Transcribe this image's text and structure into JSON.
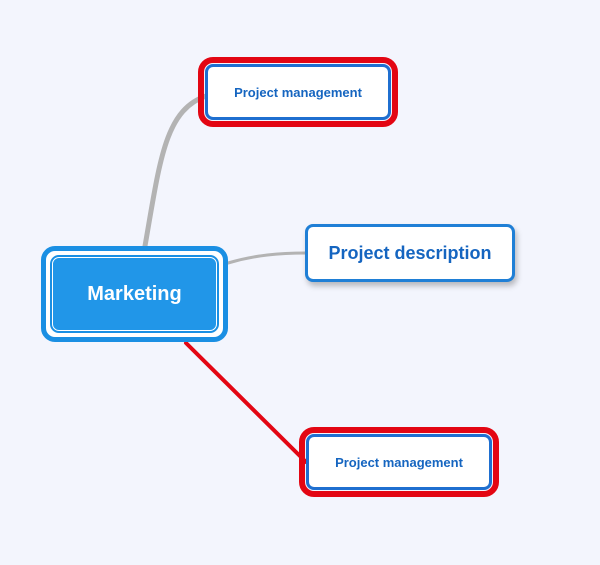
{
  "mindmap": {
    "root": {
      "label": "Marketing",
      "color": "#2196e8"
    },
    "children": [
      {
        "label": "Project management",
        "highlighted": true,
        "connector_color": "#b3b3b3"
      },
      {
        "label": "Project description",
        "highlighted": false,
        "connector_color": "#b3b3b3"
      },
      {
        "label": "Project management",
        "highlighted": true,
        "connector_color": "#e30613"
      }
    ]
  },
  "colors": {
    "background": "#f3f5fd",
    "node_border": "#1f7fd6",
    "node_text": "#1565c0",
    "highlight_outline": "#e30613"
  }
}
